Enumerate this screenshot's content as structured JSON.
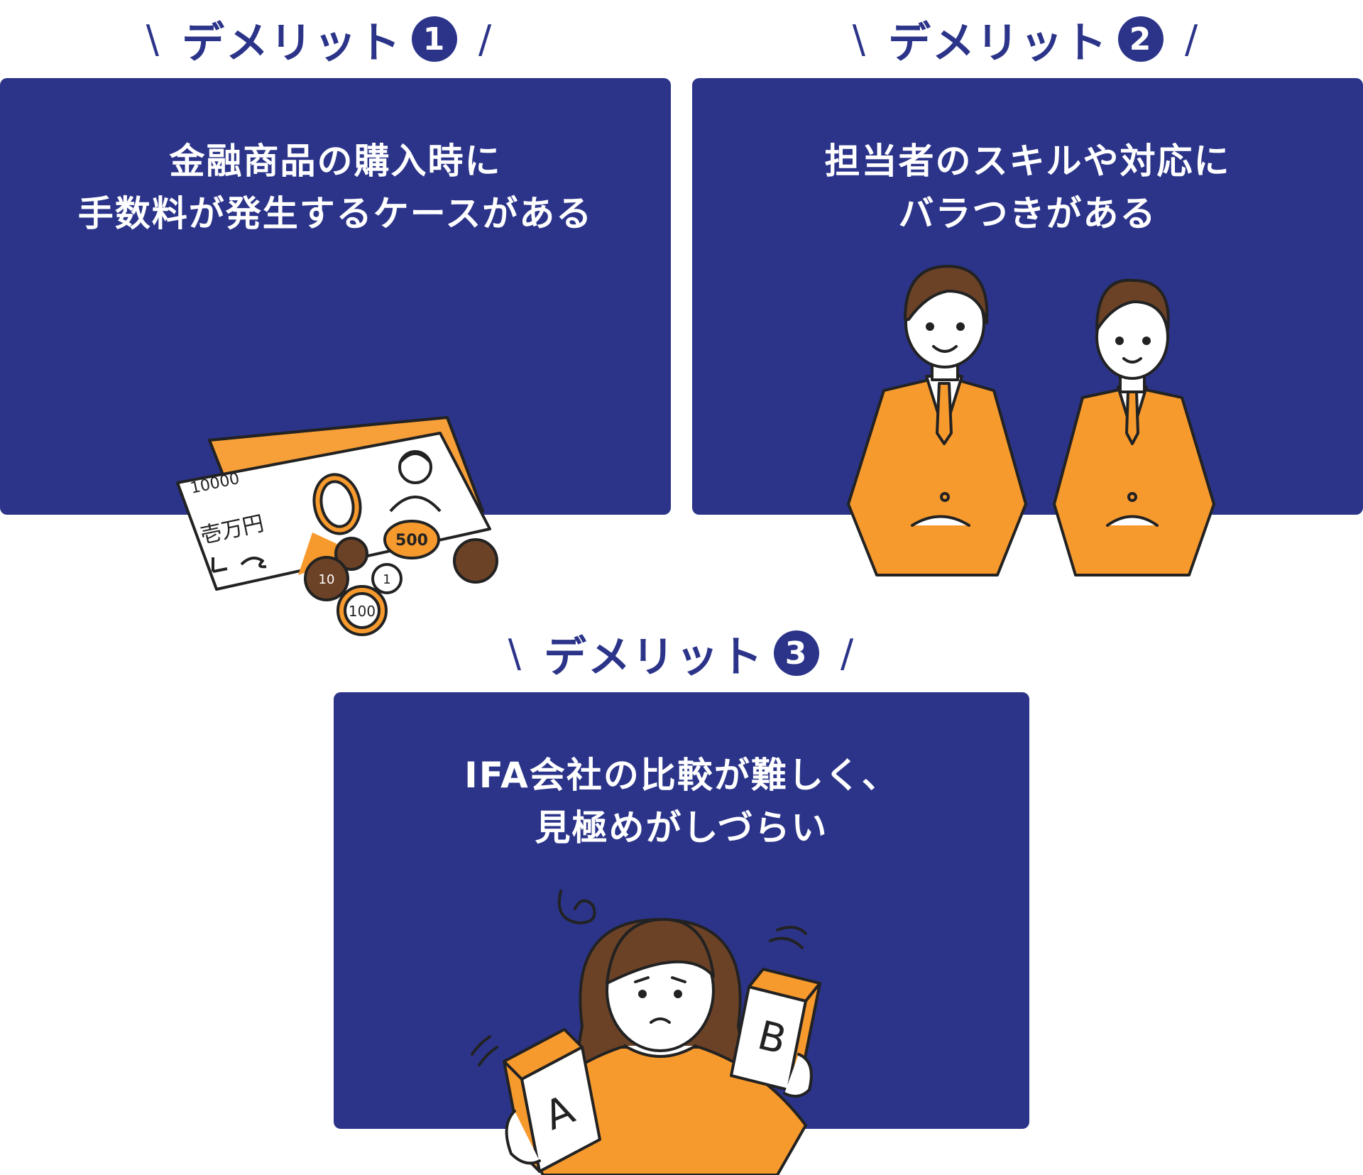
{
  "demerits": [
    {
      "label": "デメリット",
      "number": "1",
      "lines": [
        "金融商品の購入時に",
        "手数料が発生するケースがある"
      ]
    },
    {
      "label": "デメリット",
      "number": "2",
      "lines": [
        "担当者のスキルや対応に",
        "バラつきがある"
      ]
    },
    {
      "label": "デメリット",
      "number": "3",
      "lines": [
        "IFA会社の比較が難しく、",
        "見極めがしづらい"
      ]
    }
  ],
  "decor": {
    "slash_left": "\\",
    "slash_right": "/"
  },
  "illustration_text": {
    "bill_serial": "10000",
    "bill_kanji": "壱万円",
    "coin_500": "500",
    "coin_100": "100",
    "coin_10": "10",
    "coin_1": "1",
    "block_a": "A",
    "block_b": "B"
  },
  "colors": {
    "navy": "#2b3489",
    "orange": "#f79a2e",
    "outline": "#222222",
    "brown": "#6b4226"
  }
}
